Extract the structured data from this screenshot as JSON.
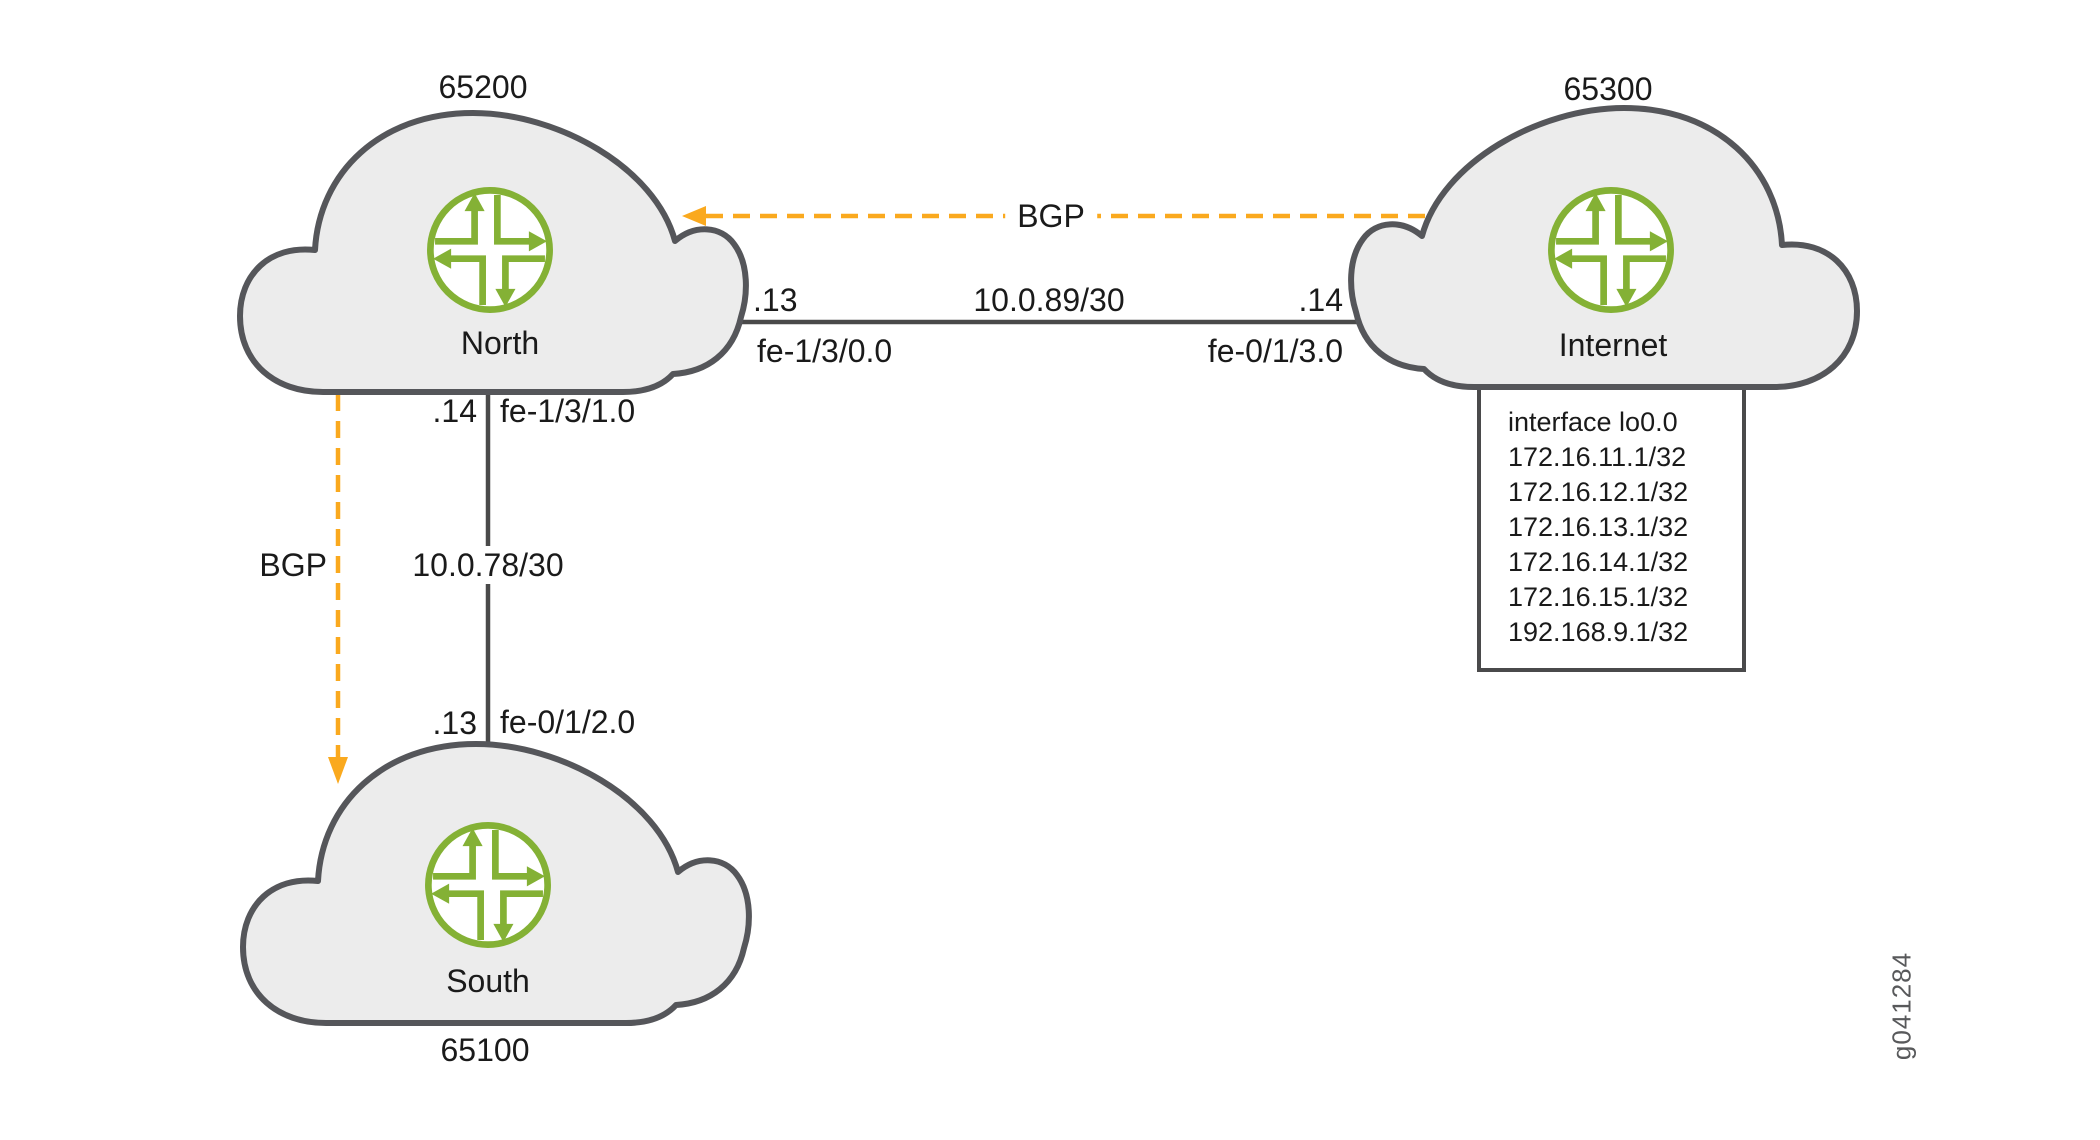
{
  "diagram": {
    "nodes": {
      "north": {
        "as": "65200",
        "label": "North"
      },
      "internet": {
        "as": "65300",
        "label": "Internet"
      },
      "south": {
        "as": "65100",
        "label": "South"
      }
    },
    "links": {
      "north_internet": {
        "subnet": "10.0.89/30",
        "north_ip": ".13",
        "north_interface": "fe-1/3/0.0",
        "internet_ip": ".14",
        "internet_interface": "fe-0/1/3.0",
        "protocol": "BGP"
      },
      "north_south": {
        "subnet": "10.0.78/30",
        "north_ip": ".14",
        "north_interface": "fe-1/3/1.0",
        "south_ip": ".13",
        "south_interface": "fe-0/1/2.0",
        "protocol": "BGP"
      }
    },
    "loopback": {
      "title": "interface lo0.0",
      "addresses": [
        "172.16.11.1/32",
        "172.16.12.1/32",
        "172.16.13.1/32",
        "172.16.14.1/32",
        "172.16.15.1/32",
        "192.168.9.1/32"
      ]
    },
    "figure_id": "g041284",
    "colors": {
      "ink": "#1a1a1a",
      "green": "#84B135",
      "orange": "#FAA91E",
      "cloud_fill": "#ECECEC",
      "cloud_stroke": "#55565A",
      "line": "#4A4A4A",
      "box_stroke": "#4A4A4B",
      "watermark": "#58595B"
    }
  }
}
